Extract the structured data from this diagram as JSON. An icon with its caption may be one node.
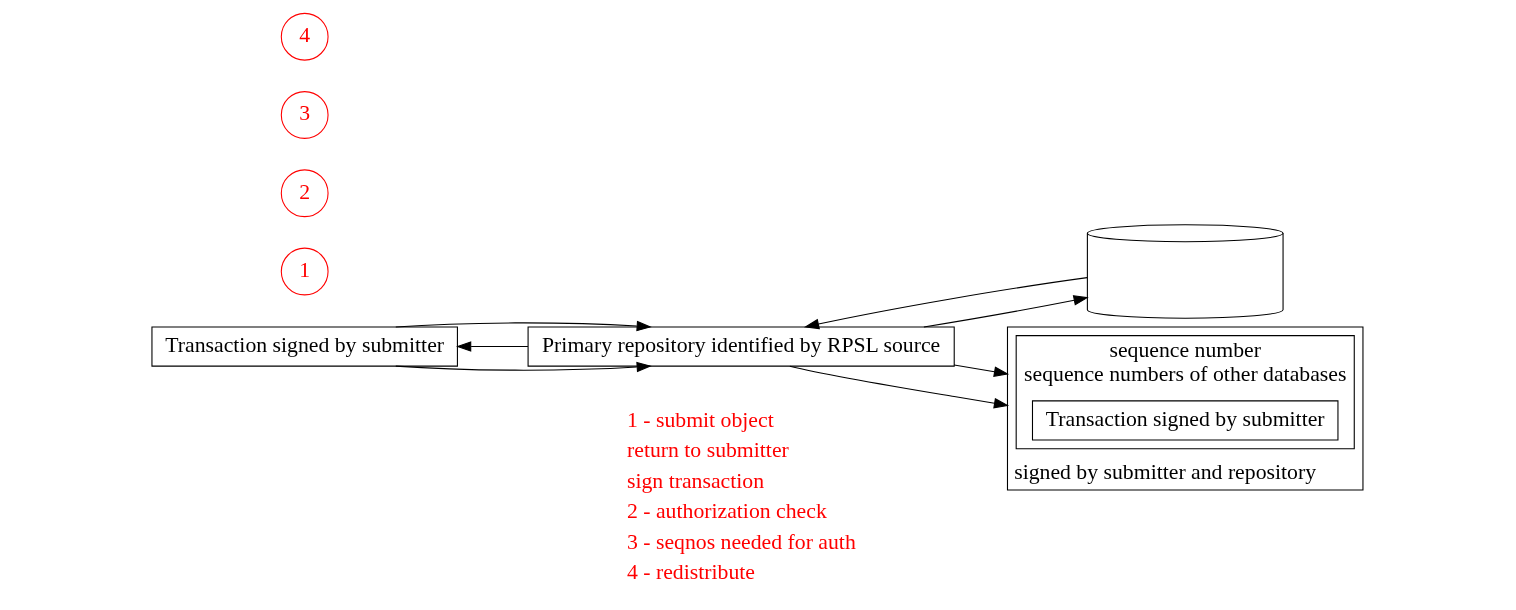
{
  "diagram": {
    "nodes": [
      {
        "text": [
          "Transaction signed by submitter"
        ]
      },
      {
        "text": [
          "Primary repository identified by RPSL source"
        ]
      },
      {
        "text": [],
        "shape": "cylinder"
      },
      {
        "text": [
          "signed by submitter and repository"
        ]
      },
      {
        "text": [
          "sequence number",
          "sequence numbers of other databases"
        ],
        "in": 3
      },
      {
        "text": [
          "Transaction signed by submitter"
        ],
        "in": 4
      },
      {
        "text": [
          "1"
        ]
      },
      {
        "text": [
          "2"
        ]
      },
      {
        "text": [
          "3"
        ]
      },
      {
        "text": [
          "4"
        ]
      }
    ],
    "edges": [
      {
        "from": 0,
        "to": 1,
        "arrow": "to"
      },
      {
        "from": 1,
        "to": 0,
        "arrow": "to"
      },
      {
        "from": 0,
        "to": 1,
        "arrow": "to"
      },
      {
        "from": 1,
        "to": 2,
        "arrow": "to"
      },
      {
        "from": 2,
        "to": 1,
        "arrow": "to"
      },
      {
        "from": 1,
        "to": 3,
        "arrow": "to"
      },
      {
        "from": 1,
        "to": 3,
        "arrow": "to"
      }
    ],
    "labels": [
      "1 - submit object",
      "return to submitter",
      "sign transaction",
      "2 - authorization check",
      "3 - seqnos needed for auth",
      "4 - redistribute"
    ]
  }
}
